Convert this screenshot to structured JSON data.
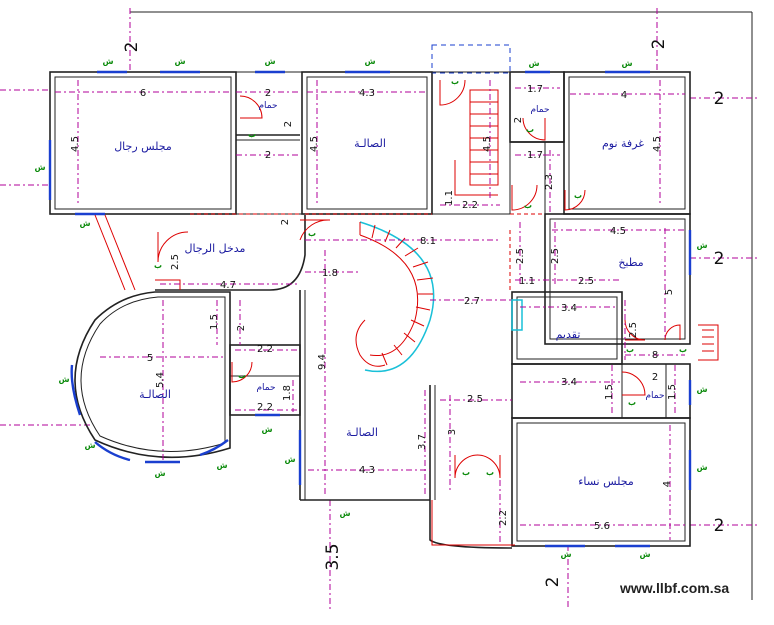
{
  "rooms": {
    "majlis_rijal": "مجلس رجال",
    "salah_top": "الصالـة",
    "ghurfat_nawm": "غرفة نوم",
    "hammam_1": "حمام",
    "hammam_2": "حمام",
    "hammam_3": "حمام",
    "hammam_4": "حمام",
    "madkhal_rijal": "مدخل الرجال",
    "matbakh": "مطبخ",
    "taqdim": "تقديم",
    "salah_left": "الصالـة",
    "salah_center": "الصالـة",
    "majlis_nisa": "مجلس نساء"
  },
  "dimensions": {
    "d_6": "6",
    "d_4_3_top": "4.3",
    "d_4_top": "4",
    "d_2_a": "2",
    "d_2_b": "2",
    "d_1_7_a": "1.7",
    "d_1_7_b": "1.7",
    "d_4_5_a": "4.5",
    "d_4_5_b": "4.5",
    "d_4_5_c": "4.5",
    "d_4_5_d": "4.5",
    "d_2_2_top": "2.2",
    "d_1_1_a": "1.1",
    "d_2_3": "2.3",
    "d_8_1": "8.1",
    "d_4_5_kitchen": "4.5",
    "d_2_5_a": "2.5",
    "d_2_5_b": "2.5",
    "d_2_5_c": "2.5",
    "d_1_1_b": "1.1",
    "d_4_7": "4.7",
    "d_1_8_a": "1.8",
    "d_2_7": "2.7",
    "d_3_4_a": "3.4",
    "d_1_5_a": "1.5",
    "d_2_c": "2",
    "d_2_2_b": "2.2",
    "d_5_left": "5",
    "d_5_4": "5.4",
    "d_9_4": "9.4",
    "d_2_2_c": "2.2",
    "d_1_8_b": "1.8",
    "d_2_5_d": "2.5",
    "d_3_4_b": "3.4",
    "d_1_5_b": "1.5",
    "d_1_5_c": "1.5",
    "d_5_right": "5",
    "d_2_5_e": "2.5",
    "d_2_d": "2",
    "d_8": "8",
    "d_4_3_bottom": "4.3",
    "d_3_7": "3.7",
    "d_3": "3",
    "d_4_right": "4",
    "d_5_6": "5.6",
    "d_2_2_d": "2.2",
    "d_2_e": "2",
    "d_2_f": "2",
    "d_2_g": "2",
    "d_2_5_f": "2.5",
    "setback_top_left": "2",
    "setback_top_right": "2",
    "setback_right_top": "2",
    "setback_right_mid": "2",
    "setback_right_bottom": "2",
    "setback_bottom_left": "3.5",
    "setback_bottom_right": "2"
  },
  "window_label": "ش",
  "door_label": "ب",
  "site_url": "www.llbf.com.sa",
  "colors": {
    "walls": "#222222",
    "dimension_lines": "#b0009a",
    "doors": "#dd0000",
    "window_glass": "#1a3fcf",
    "window_labels": "#0a8a0a",
    "stair_rail": "#19c0d8",
    "room_labels": "#1a1aa0"
  }
}
